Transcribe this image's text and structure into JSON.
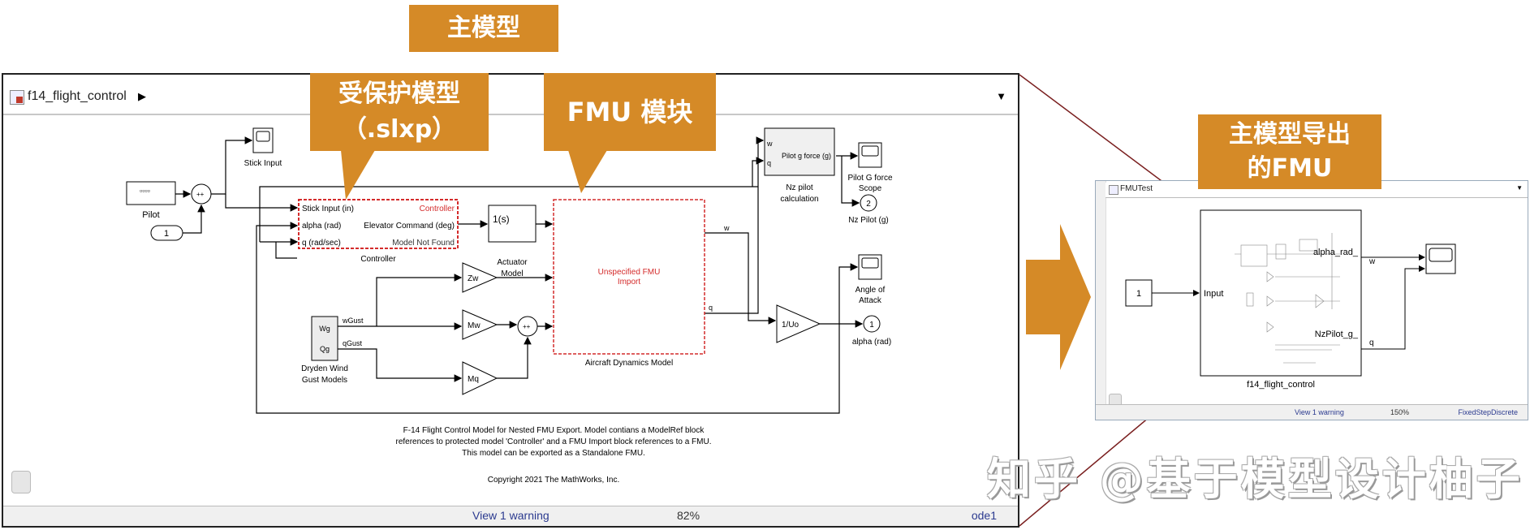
{
  "callouts": {
    "main_model": "主模型",
    "protected_model_line1": "受保护模型",
    "protected_model_line2": "（.slxp）",
    "fmu_block": "FMU 模块",
    "exported_line1": "主模型导出",
    "exported_line2": "的FMU"
  },
  "colors": {
    "accent": "#d58a27",
    "connector": "#7a1f1f",
    "link": "#2b3a8f",
    "error": "#d42b2b"
  },
  "main_window": {
    "breadcrumb": "f14_flight_control",
    "blocks": {
      "pilot": "Pilot",
      "stick_input": "Stick Input",
      "constant": "1",
      "controller_label": "Controller",
      "controller_ports": [
        "Stick Input (in)",
        "alpha (rad)",
        "q (rad/sec)"
      ],
      "controller_output": "Elevator Command (deg)",
      "controller_name_red": "Controller",
      "controller_status_red": "Model Not Found",
      "actuator_tf": "1(s)",
      "actuator_label_1": "Actuator",
      "actuator_label_2": "Model",
      "fmu_text_1": "Unspecified FMU",
      "fmu_text_2": "Import",
      "fmu_label": "Aircraft Dynamics Model",
      "fmu_out_w": "w",
      "fmu_out_q": "q",
      "nz_in_w": "w",
      "nz_in_q": "q",
      "nz_text": "Pilot g force (g)",
      "nz_label_1": "Nz pilot",
      "nz_label_2": "calculation",
      "gforce_scope_1": "Pilot G force",
      "gforce_scope_2": "Scope",
      "out2_num": "2",
      "out2_label": "Nz Pilot (g)",
      "aoa_scope_1": "Angle of",
      "aoa_scope_2": "Attack",
      "gain_uo": "1/Uo",
      "out1_num": "1",
      "out1_label": "alpha (rad)",
      "gain_zw": "Zw",
      "gain_mw": "Mw",
      "gain_mq": "Mq",
      "dryden_wg": "Wg",
      "dryden_qg": "Qg",
      "wgust": "wGust",
      "qgust": "qGust",
      "dryden_label_1": "Dryden Wind",
      "dryden_label_2": "Gust Models"
    },
    "description": [
      "F-14 Flight Control Model for Nested FMU Export. Model contians a ModelRef block",
      "references to protected model 'Controller' and a FMU Import block references to a FMU.",
      "This model can be exported as a Standalone FMU."
    ],
    "copyright": "Copyright 2021 The MathWorks, Inc.",
    "status": {
      "warning": "View 1 warning",
      "zoom": "82%",
      "solver": "ode1"
    }
  },
  "fmu_window": {
    "breadcrumb": "FMUTest",
    "constant": "1",
    "port_in": "Input",
    "port_alpha": "alpha_rad_",
    "port_nz": "NzPilot_g_",
    "sig_w": "w",
    "sig_q": "q",
    "block_label": "f14_flight_control",
    "status": {
      "warning": "View 1 warning",
      "zoom": "150%",
      "solver": "FixedStepDiscrete"
    }
  },
  "watermark": "知乎 @基于模型设计柚子"
}
